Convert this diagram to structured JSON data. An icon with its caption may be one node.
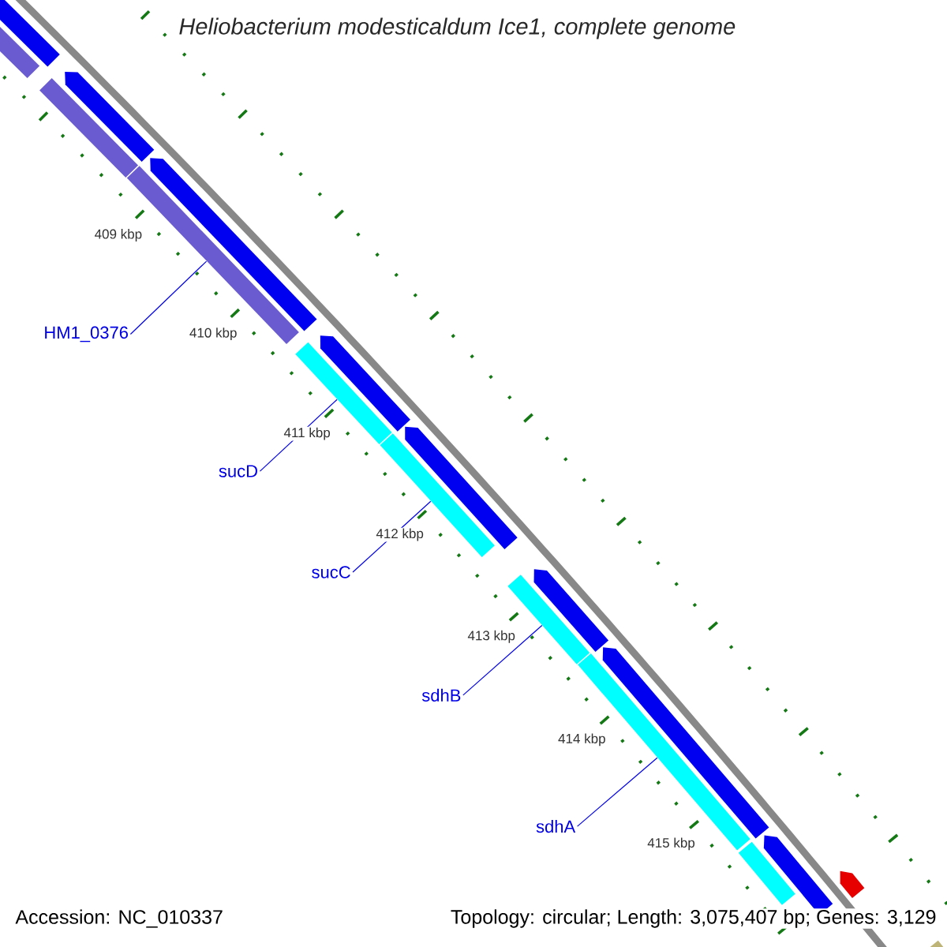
{
  "diagram": {
    "title": "Heliobacterium modesticaldum Ice1, complete genome",
    "nodes": [
      {
        "text": [
          "HM1_0376"
        ]
      },
      {
        "text": [],
        "shape": "bar"
      },
      {
        "text": [
          "sucD"
        ]
      },
      {
        "text": [],
        "shape": "bar"
      },
      {
        "text": [
          "sucC"
        ]
      },
      {
        "text": [],
        "shape": "bar"
      },
      {
        "text": [
          "sdhB"
        ]
      },
      {
        "text": [],
        "shape": "bar"
      },
      {
        "text": [
          "sdhA"
        ]
      },
      {
        "text": [],
        "shape": "bar"
      },
      {
        "text": [],
        "shape": "arrow"
      },
      {
        "text": [],
        "shape": "arrow"
      },
      {
        "text": [],
        "shape": "arrow"
      },
      {
        "text": [],
        "shape": "arrow"
      },
      {
        "text": [],
        "shape": "arrow"
      },
      {
        "text": [],
        "shape": "arrow"
      },
      {
        "text": [],
        "shape": "arrow"
      },
      {
        "text": [],
        "shape": "arrow"
      },
      {
        "text": [],
        "shape": "bar"
      },
      {
        "text": [],
        "shape": "bar"
      },
      {
        "text": [],
        "shape": "bar"
      },
      {
        "text": [],
        "shape": "arrow"
      },
      {
        "text": [],
        "shape": "bar"
      }
    ],
    "edges": [
      {
        "from": 0,
        "to": 1,
        "arrow": "none"
      },
      {
        "from": 2,
        "to": 3,
        "arrow": "none"
      },
      {
        "from": 4,
        "to": 5,
        "arrow": "none"
      },
      {
        "from": 6,
        "to": 7,
        "arrow": "none"
      },
      {
        "from": 8,
        "to": 9,
        "arrow": "none"
      }
    ],
    "labels": [
      "409 kbp",
      "410 kbp",
      "411 kbp",
      "412 kbp",
      "413 kbp",
      "414 kbp",
      "415 kbp",
      "Accession: NC_010337",
      "Topology: circular; Length: 3,075,407 bp; Genes: 3,129"
    ]
  }
}
